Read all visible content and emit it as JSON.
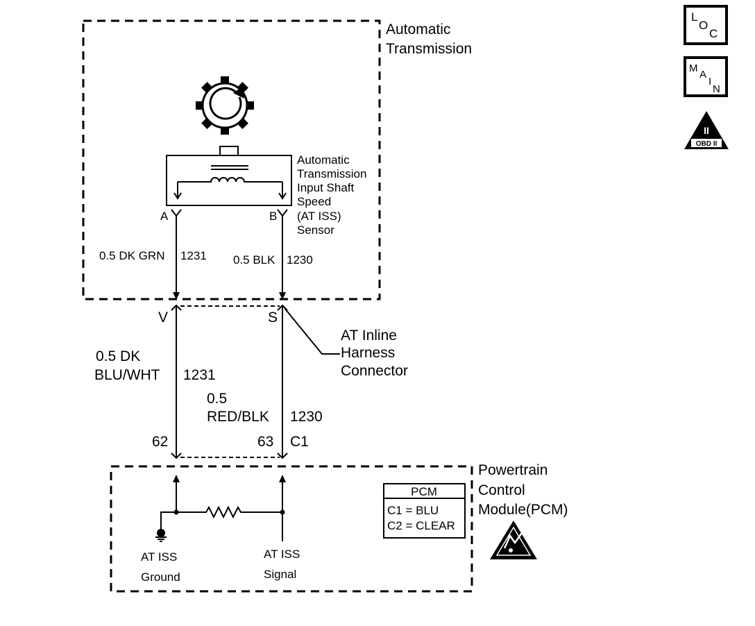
{
  "diagram": {
    "transmission_box": {
      "title_line1": "Automatic",
      "title_line2": "Transmission"
    },
    "sensor": {
      "label_lines": [
        "Automatic",
        "Transmission",
        "Input Shaft",
        "Speed",
        "(AT ISS)",
        "Sensor"
      ],
      "pin_a": "A",
      "pin_b": "B"
    },
    "sensor_wires": {
      "left": {
        "gauge_color": "0.5 DK GRN",
        "circuit": "1231"
      },
      "right": {
        "gauge_color": "0.5 BLK",
        "circuit": "1230"
      }
    },
    "inline_connector": {
      "pin_left": "V",
      "pin_right": "S",
      "label_lines": [
        "AT Inline",
        "Harness",
        "Connector"
      ]
    },
    "harness_wires": {
      "left": {
        "gauge": "0.5 DK",
        "color": "BLU/WHT",
        "circuit": "1231"
      },
      "right": {
        "gauge": "0.5",
        "color": "RED/BLK",
        "circuit": "1230"
      }
    },
    "pcm_pins": {
      "left": "62",
      "right": "63",
      "connector": "C1"
    },
    "pcm_box": {
      "title_lines": [
        "Powertrain",
        "Control",
        "Module(PCM)"
      ],
      "legend": {
        "header": "PCM",
        "rows": [
          "C1 = BLU",
          "C2 = CLEAR"
        ]
      },
      "ground_label_line1": "AT ISS",
      "ground_label_line2": "Ground",
      "signal_label_line1": "AT ISS",
      "signal_label_line2": "Signal"
    },
    "nav_icons": {
      "loc": {
        "letters": [
          "L",
          "O",
          "C"
        ]
      },
      "main": {
        "letters": [
          "M",
          "A",
          "I",
          "N"
        ]
      },
      "obd": {
        "numeral": "II",
        "caption": "OBD II"
      }
    }
  }
}
